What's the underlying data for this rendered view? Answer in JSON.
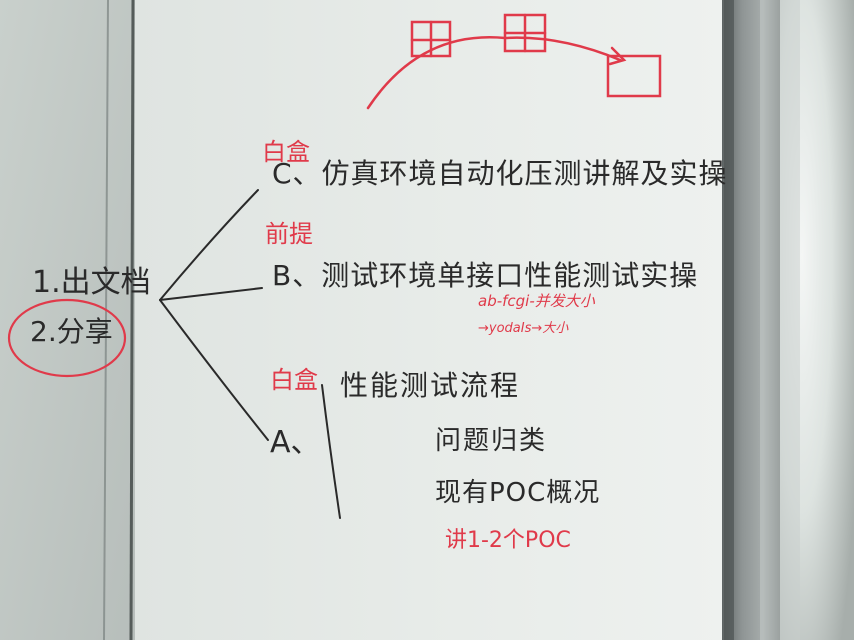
{
  "board": {
    "left_list": {
      "item1": "1.出文档",
      "item2": "2.分享"
    },
    "branch_c": {
      "tag": "白盒",
      "label": "C、仿真环境自动化压测讲解及实操"
    },
    "branch_b": {
      "tag": "前提",
      "label": "B、测试环境单接口性能测试实操",
      "note1": "ab-fcgi-并发大小",
      "note2": "→yodaIs→大小"
    },
    "branch_a": {
      "tag": "白盒",
      "label": "A、",
      "sub1": "性能测试流程",
      "sub2": "问题归类",
      "sub3": "现有POC概况",
      "footnote": "讲1-2个POC"
    }
  },
  "colors": {
    "marker_black": "#2a2a2a",
    "marker_red": "#e03a4a",
    "board_white": "#e6ebe8",
    "frame_metal": "#8e9494"
  }
}
